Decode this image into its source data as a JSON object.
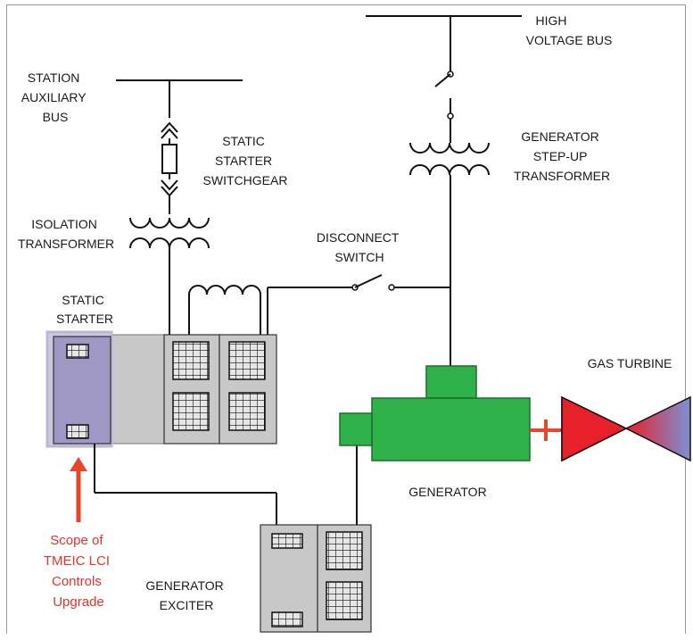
{
  "labels": {
    "high_voltage_bus": [
      "HIGH",
      "VOLTAGE BUS"
    ],
    "station_aux_bus": [
      "STATION",
      "AUXILIARY",
      "BUS"
    ],
    "static_starter_switchgear": [
      "STATIC",
      "STARTER",
      "SWITCHGEAR"
    ],
    "generator_step_up": [
      "GENERATOR",
      "STEP-UP",
      "TRANSFORMER"
    ],
    "isolation_transformer": [
      "ISOLATION",
      "TRANSFORMER"
    ],
    "disconnect_switch": [
      "DISCONNECT",
      "SWITCH"
    ],
    "static_starter": [
      "STATIC",
      "STARTER"
    ],
    "gas_turbine": "GAS TURBINE",
    "generator": "GENERATOR",
    "generator_exciter": [
      "GENERATOR",
      "EXCITER"
    ],
    "scope_note": [
      "Scope of",
      "TMEIC LCI",
      "Controls",
      "Upgrade"
    ]
  },
  "colors": {
    "scope_highlight": "#9f97c4",
    "cabinet": "#c8c8c8",
    "generator_green": "#2fb24a",
    "turbine_red": "#e8202a",
    "turbine_blue": "#7c8fd4",
    "arrow_red": "#e8452a"
  }
}
